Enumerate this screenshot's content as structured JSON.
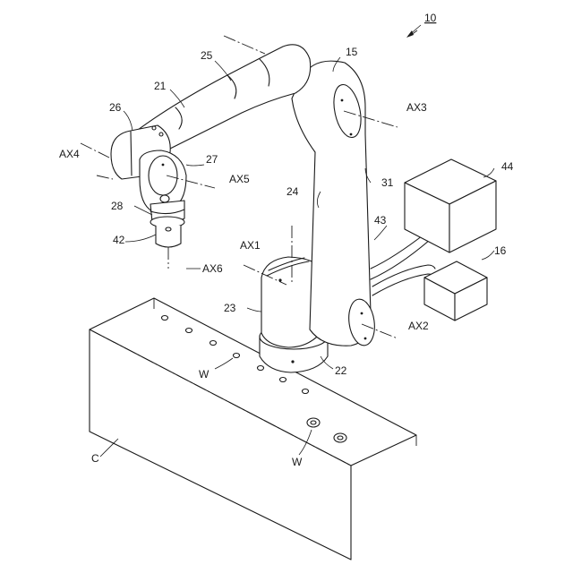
{
  "figure": {
    "ref_number": "10",
    "labels": {
      "arm_joint_top": "15",
      "controller": "16",
      "forearm": "21",
      "base": "22",
      "turret": "23",
      "upper_arm": "24",
      "forearm_link": "25",
      "wrist1": "26",
      "wrist2": "27",
      "wrist3": "28",
      "cable_outer": "31",
      "tool": "42",
      "cable": "43",
      "box": "44",
      "ax1": "AX1",
      "ax2": "AX2",
      "ax3": "AX3",
      "ax4": "AX4",
      "ax5": "AX5",
      "ax6": "AX6",
      "workpiece_top": "W",
      "workpiece_front": "W",
      "conveyor": "C"
    }
  }
}
